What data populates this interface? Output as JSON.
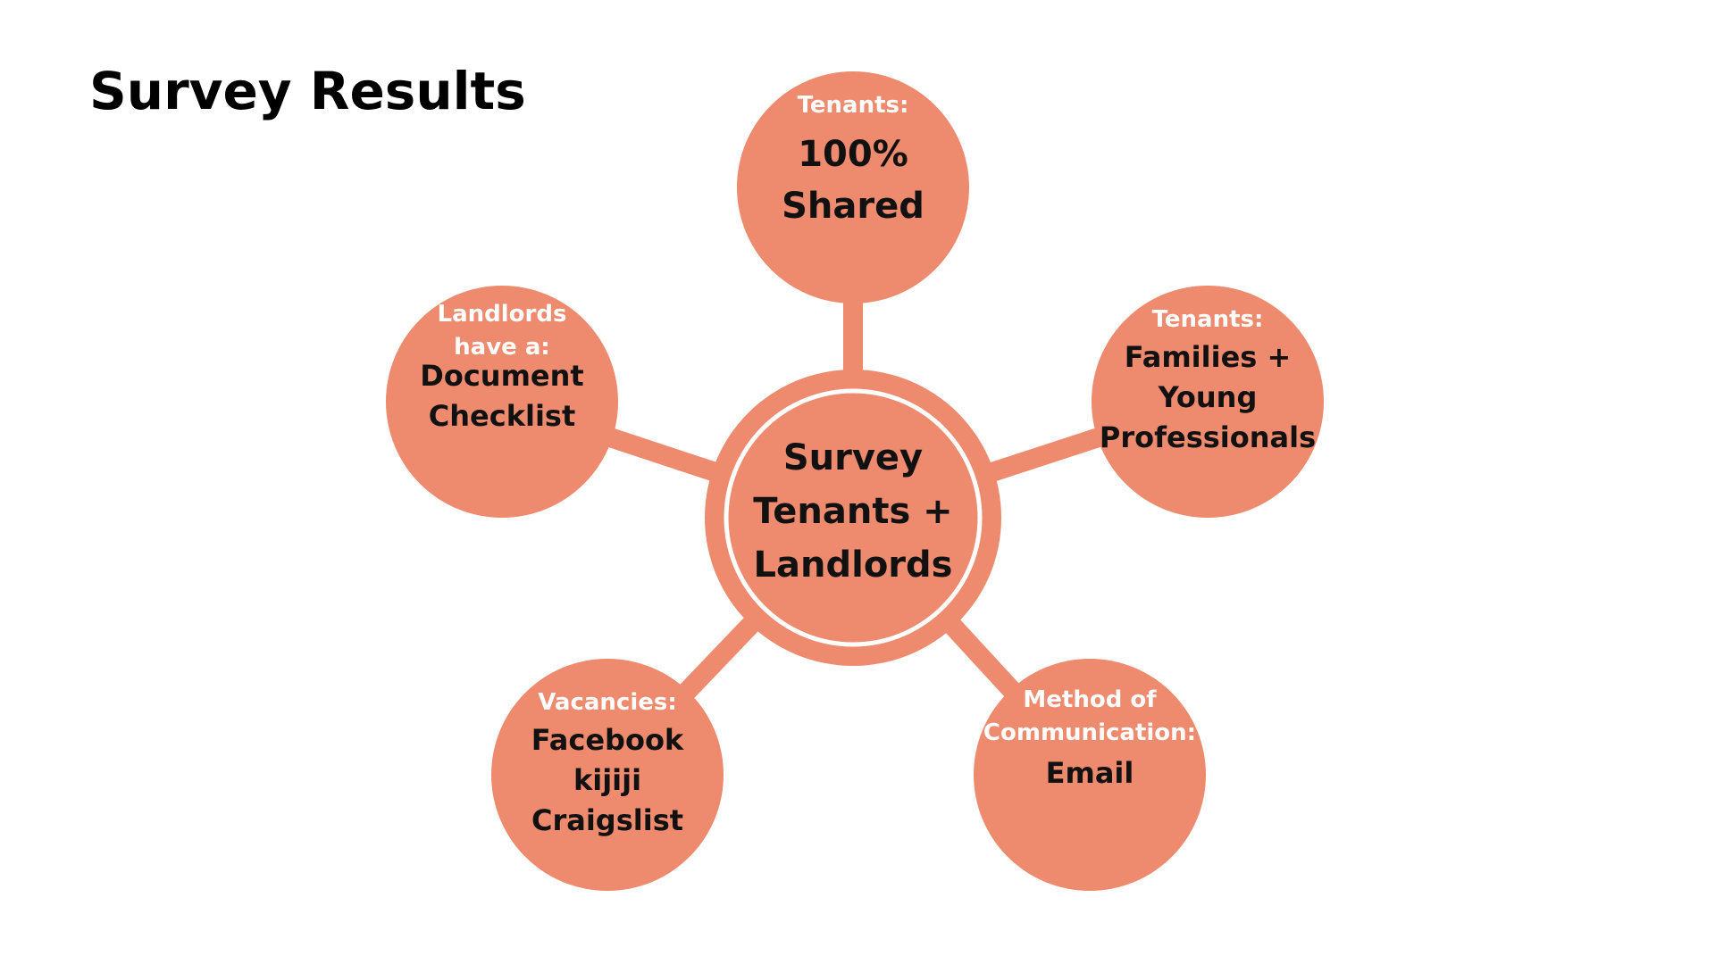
{
  "slide": {
    "title": "Survey Results"
  },
  "colors": {
    "node_fill": "#ee8a6d",
    "label_text": "#ffffff",
    "value_text": "#111111",
    "ring": "#ffffff"
  },
  "center": {
    "lines": [
      "Survey",
      "Tenants +",
      "Landlords"
    ]
  },
  "nodes": [
    {
      "id": "top",
      "label": [
        "Tenants:"
      ],
      "value": [
        "100%",
        "Shared"
      ]
    },
    {
      "id": "right",
      "label": [
        "Tenants:"
      ],
      "value": [
        "Families +",
        "Young",
        "Professionals"
      ]
    },
    {
      "id": "bottom-right",
      "label": [
        "Method of",
        "Communication:"
      ],
      "value": [
        "Email"
      ]
    },
    {
      "id": "bottom-left",
      "label": [
        "Vacancies:"
      ],
      "value": [
        "Facebook",
        "kijiji",
        "Craigslist"
      ]
    },
    {
      "id": "left",
      "label": [
        "Landlords",
        "have a:"
      ],
      "value": [
        "Document",
        "Checklist"
      ]
    }
  ]
}
